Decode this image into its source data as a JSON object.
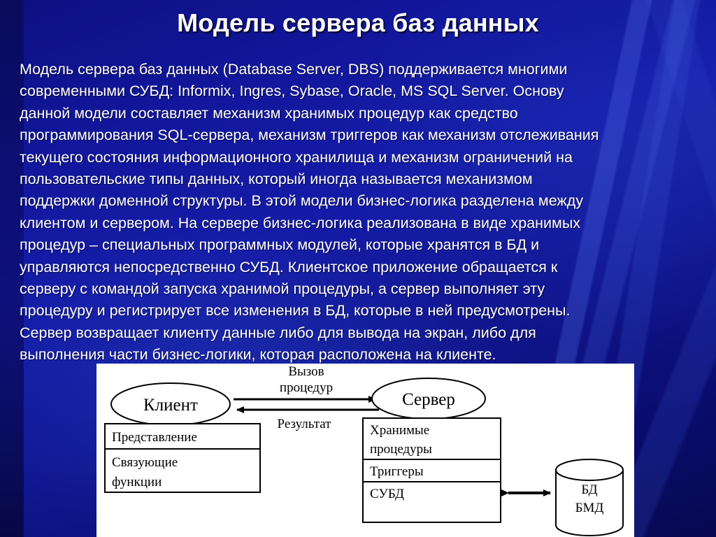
{
  "slide": {
    "title": "Модель сервера баз данных",
    "background_color": "#12179c",
    "panel_color": "#ffffff",
    "text_color": "#ffffff"
  },
  "body": {
    "lines": [
      "Модель сервера баз данных (Database Server, DBS) поддерживается многими",
      "современными СУБД: Informix, Ingres, Sybase, Oracle, MS SQL Server. Основу",
      "данной модели составляет механизм хранимых процедур как средство",
      "программирования SQL-сервера, механизм триггеров как механизм отслеживания",
      "текущего состояния информационного хранилища и механизм ограничений на",
      "пользовательские типы данных, который иногда называется механизмом",
      "поддержки доменной структуры. В этой модели бизнес-логика разделена между",
      "клиентом и сервером. На сервере бизнес-логика реализована в виде хранимых",
      "процедур – специальных программных модулей, которые хранятся в БД и",
      "управляются непосредственно СУБД. Клиентское приложение обращается к",
      "серверу с командой запуска хранимой процедуры, а сервер выполняет эту",
      "процедуру и регистрирует все изменения в БД, которые в ней предусмотрены.",
      "Сервер возвращает клиенту данные либо для вывода на экран, либо для",
      "выполнения части бизнес-логики, которая расположена на клиенте."
    ]
  },
  "diagram": {
    "client_node": "Клиент",
    "server_node": "Сервер",
    "client_rows": [
      "Представление",
      "Связующие",
      "функции"
    ],
    "server_rows": [
      "Хранимые",
      "процедуры",
      "Триггеры",
      "СУБД"
    ],
    "db_cylinder": [
      "БД",
      "БМД"
    ],
    "arrow_label_top_line1": "Вызов",
    "arrow_label_top_line2": "процедур",
    "arrow_label_bottom": "Результат",
    "stroke_color": "#000000"
  }
}
